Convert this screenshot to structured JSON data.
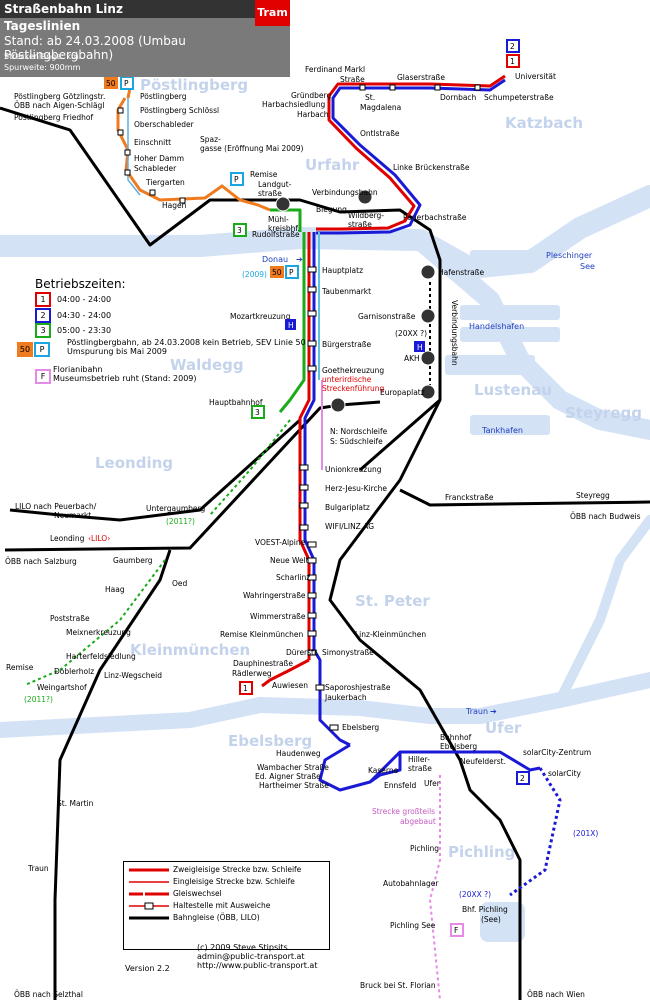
{
  "header": {
    "title": "Straßenbahn Linz",
    "tram_label": "Tram",
    "subtitle": "Tageslinien",
    "stand": "Stand: ab 24.03.2008 (Umbau Pöstlingbergbahn)",
    "streckenlaenge": "Streckenlänge: km",
    "spurweite": "Spurweite: 900mm"
  },
  "legend": {
    "heading": "Betriebszeiten:",
    "lines": [
      {
        "badge": "1",
        "text": "04:00 - 24:00",
        "color": "#e00000"
      },
      {
        "badge": "2",
        "text": "04:30 - 24:00",
        "color": "#1a1ad6"
      },
      {
        "badge": "3",
        "text": "05:00 - 23:30",
        "color": "#1aaa1a"
      }
    ],
    "poestlingberg_badges": [
      "50",
      "P"
    ],
    "poestlingberg_text_1": "Pöstlingbergbahn, ab 24.03.2008 kein Betrieb, SEV Linie 50",
    "poestlingberg_text_2": "Umspurung bis Mai 2009",
    "florian_badge": "F",
    "florian_text_1": "Florianibahn",
    "florian_text_2": "Museumsbetrieb ruht (Stand: 2009)"
  },
  "key": {
    "double_track": "Zweigleisige Strecke bzw. Schleife",
    "single_track": "Eingleisige Strecke bzw. Schleife",
    "crossover": "Gleiswechsel",
    "passing_stop": "Haltestelle mit Ausweiche",
    "rail_tracks": "Bahngleise (ÖBB, LILO)"
  },
  "credits": {
    "copyright": "(c) 2009 Steve Stipsits",
    "email": "admin@public-transport.at",
    "url": "http://www.public-transport.at",
    "version": "Version 2.2"
  },
  "districts": [
    "Pöstlingberg",
    "Katzbach",
    "Urfahr",
    "Waldegg",
    "Lustenau",
    "Steyregg",
    "Leonding",
    "St. Peter",
    "Kleinmünchen",
    "Ebelsberg",
    "Ufer",
    "Pichling"
  ],
  "rivers": {
    "donau": "Donau",
    "traun": "Traun",
    "pleschinger_see": "Pleschinger",
    "pleschinger_see2": "See",
    "handelshafen": "Handelshafen",
    "tankhafen": "Tankhafen"
  },
  "stations": {
    "universitaet": "Universität",
    "schumpeter": "Schumpeterstraße",
    "dornbach": "Dornbach",
    "glaser": "Glaserstraße",
    "ferdinand1": "Ferdinand Markl",
    "ferdinand2": "Straße",
    "magdalena1": "St.",
    "magdalena2": "Magdalena",
    "gruendberg": "Gründberg",
    "harbach_siedlung": "Harbachsiedlung",
    "harbach": "Harbach",
    "ontl": "Ontlstraße",
    "linke_brueck": "Linke Brückenstraße",
    "peuerbach": "Peuerbachstraße",
    "wildberg1": "Wildberg-",
    "wildberg2": "straße",
    "verbindungsbahn": "Verbindungsbahn",
    "biegung": "Biegung",
    "muehlkreis1": "Mühl-",
    "muehlkreis2": "kreisbhf.",
    "rudolf": "Rudolfstraße",
    "hafenstrasse": "Hafenstraße",
    "hauptplatz": "Hauptplatz",
    "taubenmarkt": "Taubenmarkt",
    "mozart": "Mozartkreuzung",
    "garnison": "Garnisonstraße",
    "buerger": "Bürgerstraße",
    "akh": "AKH",
    "goethe": "Goethekreuzung",
    "unterirdisch1": "unterirdische",
    "unterirdisch2": "Streckenführung",
    "europaplatz": "Europaplatz",
    "hauptbahnhof": "Hauptbahnhof",
    "nordschleife": "N: Nordschleife",
    "suedschleife": "S: Südschleife",
    "unionkreuzung": "Unionkreuzung",
    "herz_jesu": "Herz-Jesu-Kirche",
    "francke": "Franckstraße",
    "steyregg": "Steyregg",
    "oebb_budweis": "ÖBB nach Budweis",
    "bulgari": "Bulgariplatz",
    "wifi": "WIFI/LINZ AG",
    "voest": "VOEST-Alpine",
    "neue_welt": "Neue Welt",
    "scharlinz": "Scharlinz",
    "wahringer": "Wahringerstraße",
    "wimmer": "Wimmerstraße",
    "remise_klein": "Remise Kleinmünchen",
    "linz_klein": "Linz-Kleinmünchen",
    "duerrer": "Dürerstr.",
    "simony": "Simonystraße",
    "dauphine": "Dauphinestraße",
    "raedler": "Rädlerweg",
    "auwiesen": "Auwiesen",
    "saporoshje": "Saporoshjestraße",
    "jaukerbach": "Jaukerbach",
    "ebelsberg": "Ebelsberg",
    "haudenweg": "Haudenweg",
    "wambacher": "Wambacher Straße",
    "aigner": "Ed. Aigner Straße",
    "hartheimer": "Hartheimer Straße",
    "kaserne": "Kaserne",
    "ennsfeld": "Ennsfeld",
    "hiller1": "Hiller-",
    "hiller2": "straße",
    "ufer": "Ufer",
    "bhf_ebelsberg1": "Bahnhof",
    "bhf_ebelsberg2": "Ebelsberg",
    "neufelder": "Neufelderst.",
    "solar_zentrum": "solarCity-Zentrum",
    "solar_city": "solarCity",
    "strecke_abgebaut1": "Strecke großteils",
    "strecke_abgebaut2": "abgebaut",
    "pichling": "Pichling",
    "autobahnlager": "Autobahnlager",
    "bhf_pichling1": "Bhf. Pichling",
    "bhf_pichling2": "(See)",
    "pichling_see": "Pichling See",
    "bruck": "Bruck bei St. Florian",
    "oebb_wien": "ÖBB nach Wien",
    "traun_st": "Traun",
    "st_martin": "St. Martin",
    "oebb_selzthal": "ÖBB nach Selzthal",
    "poestlingberg_goetzl": "Pöstlingberg Götzlingstr.",
    "oebb_aigen": "ÖBB nach Aigen-Schlägl",
    "poestlingberg_friedhof": "Pöstlingberg Friedhof",
    "poestlingberg": "Pöstlingberg",
    "poestlingberg_schloessl": "Pöstlingberg Schlössl",
    "oberschableder": "Oberschableder",
    "einschnitt": "Einschnitt",
    "hoher_damm": "Hoher Damm",
    "schableder": "Schableder",
    "tiergarten": "Tiergarten",
    "hagen": "Hagen",
    "spaz1": "Spaz-",
    "spaz2": "gasse (Eröffnung Mai 2009)",
    "remise_land1": "Remise",
    "remise_land2": "Landgut-",
    "remise_land3": "straße",
    "lilo_peuerbach1": "LILO nach Peuerbach/",
    "lilo_peuerbach2": "Neumarkt",
    "untergaumberg": "Untergaumberg",
    "year2011a": "(2011?)",
    "leonding": "Leonding",
    "lilo": "‹LILO›",
    "oebb_salzburg": "ÖBB nach Salzburg",
    "gaumberg": "Gaumberg",
    "oed": "Oed",
    "haag": "Haag",
    "post": "Poststraße",
    "meixner": "Meixnerkreuzung",
    "harter": "Harterfeldsiedlung",
    "doblerholz": "Doblerholz",
    "linz_wegscheid": "Linz-Wegscheid",
    "weingartshof": "Weingartshof",
    "remise_w": "Remise",
    "year2011b": "(2011?)",
    "year2009": "(2009)",
    "year20xx": "(20XX ?)",
    "year201x": "(201X)",
    "year20xx2": "(20XX ?)"
  },
  "map_badges": {
    "line1": "1",
    "line2": "2",
    "line3": "3",
    "p": "P",
    "h": "H",
    "f": "F",
    "n": "N",
    "s": "S",
    "fifty": "50",
    "donau_arrow": "Donau"
  },
  "colors": {
    "line1": "#e00000",
    "line2": "#1a1ad6",
    "line3": "#1aaa1a",
    "poestlingberg": "#f07a1e",
    "p": "#1aa6e0",
    "f": "#e58be5",
    "water": "#c8dcf4",
    "rail": "#000000"
  }
}
